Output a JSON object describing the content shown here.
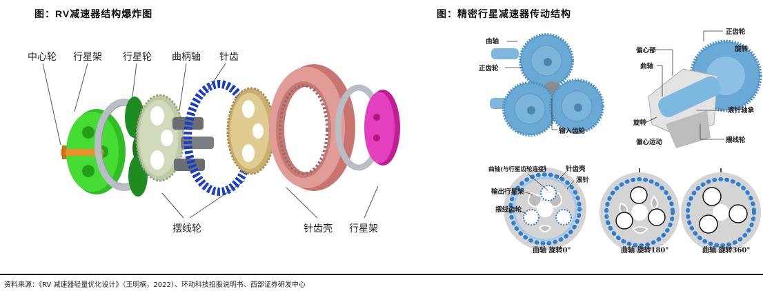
{
  "figures": {
    "left": {
      "title_prefix": "图：",
      "title_latin": "RV",
      "title_rest": "减速器结构爆炸图",
      "labels": {
        "sun_gear": "中心轮",
        "planet_carrier_top": "行星架",
        "planet_gear": "行星轮",
        "crankshaft": "曲柄轴",
        "pin_teeth": "针齿",
        "cycloid_gear": "摆线轮",
        "pin_housing": "针齿壳",
        "planet_carrier_bottom": "行星架"
      },
      "colors": {
        "sun_gear": "#e8902a",
        "planet_carrier": "#3ccf2e",
        "planet_gear": "#1f8c22",
        "bearing": "#c8ccd0",
        "cycloid_gear_1": "#c9d3b4",
        "crankshaft": "#6a6d72",
        "pin_teeth": "#1c3ec8",
        "cycloid_gear_2": "#d2bd80",
        "pin_housing": "#d98a86",
        "output_carrier": "#d92ab0"
      }
    },
    "right": {
      "title_prefix": "图：",
      "title_rest": "精密行星减速器传动结构",
      "top_left_labels": {
        "crankshaft": "曲轴",
        "spur_gear": "正齿轮",
        "input_gear": "输入齿轮"
      },
      "top_right_labels": {
        "spur_gear": "正齿轮",
        "eccentric": "偏心部",
        "rotation_top": "旋转",
        "crankshaft": "曲轴",
        "needle_bearing": "滚针轴承",
        "rotation_bottom": "旋转",
        "eccentric_motion": "偏心运动",
        "cycloid_gear": "摆线轮"
      },
      "bottom_labels": {
        "crankshaft_connect": "曲轴(与行星齿轮连接)",
        "pin_housing": "针齿壳",
        "needle": "滚针",
        "output_carrier": "输出行星架",
        "cycloid_gear": "摆线齿轮"
      },
      "captions": [
        "曲轴  旋转0°",
        "曲轴  旋转180°",
        "曲轴  旋转360°"
      ],
      "colors": {
        "gear_blue": "#6aa9d6",
        "disc_grey": "#d4d4d4",
        "pin_blue": "#2f7fd0"
      }
    }
  },
  "footer": {
    "source": "资料来源：《RV 减速器轻量优化设计》（王明楠，2022）、环动科技招股说明书、西部证券研发中心"
  }
}
